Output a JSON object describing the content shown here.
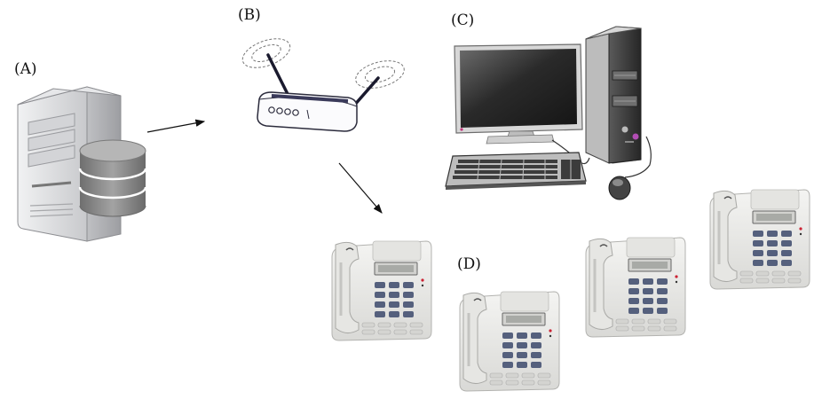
{
  "labels": {
    "a": "(A)",
    "b": "(B)",
    "c": "(C)",
    "d": "(D)"
  },
  "nodes": [
    {
      "id": "A",
      "icon": "server-database-icon"
    },
    {
      "id": "B",
      "icon": "wireless-router-icon"
    },
    {
      "id": "C",
      "icon": "desktop-computer-icon"
    },
    {
      "id": "D",
      "icon": "desk-phone-icon",
      "count": 4
    }
  ],
  "edges": [
    {
      "from": "A",
      "to": "B"
    },
    {
      "from": "B",
      "to": "D"
    }
  ],
  "colors": {
    "server_body": "#d9dadc",
    "database": "#8a8a8a",
    "phone_body": "#ececea",
    "phone_keys": "#4f5877",
    "monitor": "#2e2e2e",
    "tower": "#3a3a3a"
  }
}
